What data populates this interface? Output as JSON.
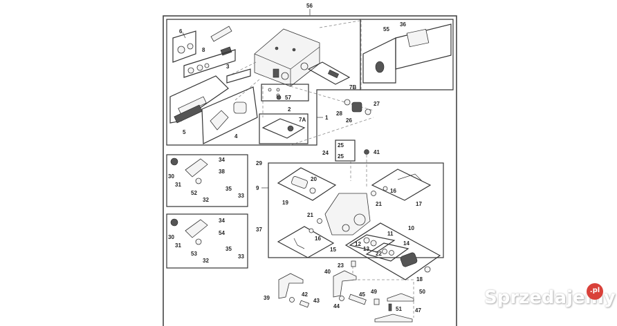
{
  "diagram": {
    "type": "exploded-parts-diagram",
    "assembly_label": "56",
    "groups": [
      {
        "id": "1",
        "label": "1",
        "contains": [
          "2",
          "3",
          "4",
          "5",
          "6",
          "7A",
          "7B",
          "8",
          "57"
        ]
      },
      {
        "id": "upper-right",
        "label": "",
        "contains": [
          "36",
          "55"
        ]
      },
      {
        "id": "29",
        "label": "29",
        "contains": [
          "30",
          "31",
          "32",
          "33",
          "34",
          "35",
          "38",
          "52"
        ]
      },
      {
        "id": "37",
        "label": "37",
        "contains": [
          "30",
          "31",
          "32",
          "33",
          "34",
          "35",
          "53",
          "54"
        ]
      },
      {
        "id": "24",
        "label": "24",
        "contains": [
          "25",
          "25"
        ]
      },
      {
        "id": "9",
        "label": "9",
        "contains": [
          "10",
          "15",
          "17",
          "19",
          "21"
        ]
      },
      {
        "id": "10",
        "label": "10",
        "contains": [
          "11",
          "14"
        ]
      },
      {
        "id": "11",
        "label": "11",
        "contains": [
          "12",
          "13"
        ]
      },
      {
        "id": "14",
        "label": "14",
        "contains": [
          "22"
        ]
      }
    ],
    "callouts": {
      "c56": "56",
      "c6": "6",
      "c8": "8",
      "c3": "3",
      "c5": "5",
      "c4": "4",
      "c2": "2",
      "c57": "57",
      "c7A": "7A",
      "c1": "1",
      "c7B": "7B",
      "c55": "55",
      "c36": "36",
      "c28": "28",
      "c26": "26",
      "c27": "27",
      "c24": "24",
      "c25a": "25",
      "c25b": "25",
      "c41": "41",
      "c29": "29",
      "c30a": "30",
      "c31a": "31",
      "c34a": "34",
      "c38": "38",
      "c52": "52",
      "c35a": "35",
      "c32a": "32",
      "c33a": "33",
      "c37": "37",
      "c30b": "30",
      "c31b": "31",
      "c34b": "34",
      "c54": "54",
      "c53": "53",
      "c35b": "35",
      "c32b": "32",
      "c33b": "33",
      "c9": "9",
      "c19": "19",
      "c20": "20",
      "c21a": "21",
      "c21b": "21",
      "c16a": "16",
      "c16b": "16",
      "c17": "17",
      "c15": "15",
      "c10": "10",
      "c11": "11",
      "c12": "12",
      "c13": "13",
      "c14": "14",
      "c22": "22",
      "c18": "18",
      "c23": "23",
      "c39": "39",
      "c40": "40",
      "c42": "42",
      "c43": "43",
      "c44": "44",
      "c45": "45",
      "c49": "49",
      "c50": "50",
      "c51": "51",
      "c47": "47"
    }
  },
  "watermark": {
    "text": "Sprzedajemy",
    "badge": ".pl",
    "badge_color": "#d9413a"
  }
}
